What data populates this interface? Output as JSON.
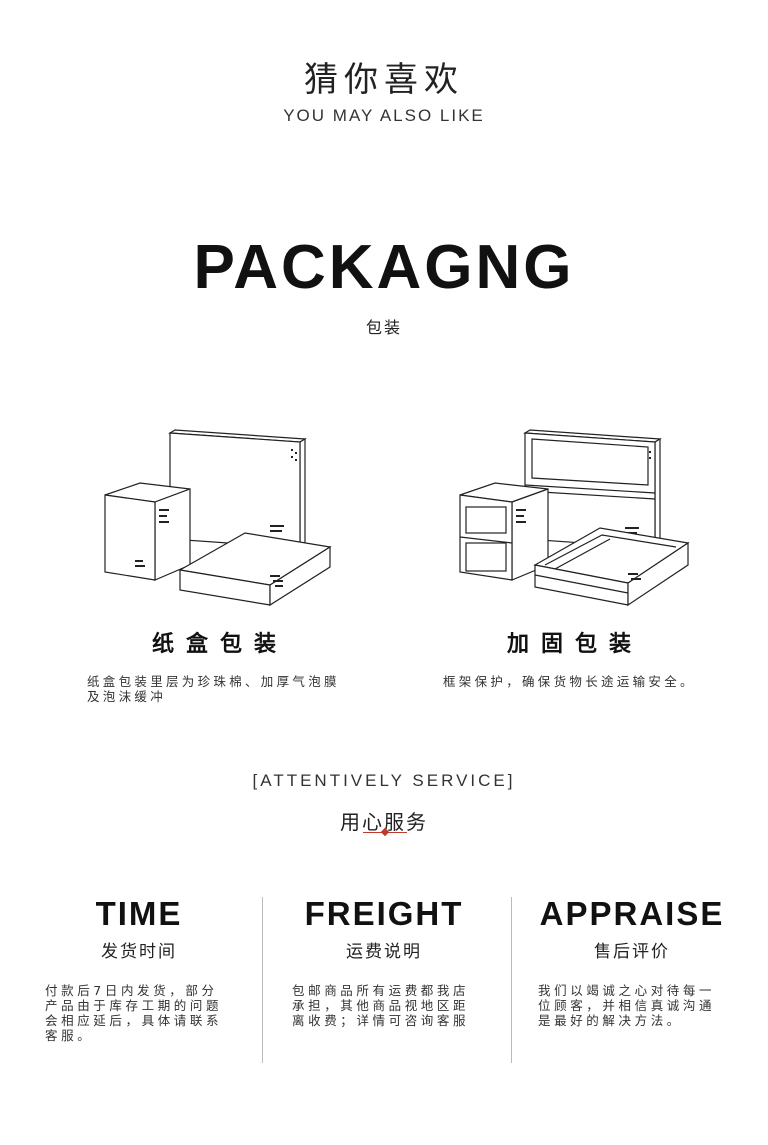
{
  "header": {
    "guess_cn": "猜你喜欢",
    "guess_en": "YOU MAY ALSO LIKE"
  },
  "packaging": {
    "title": "PACKAGNG",
    "subtitle": "包装",
    "items": [
      {
        "title": "纸盒包装",
        "desc_line1": "纸盒包装里层为珍珠棉、加厚气泡膜",
        "desc_line2": "及泡沫缓冲"
      },
      {
        "title": "加固包装",
        "desc_line1": "框架保护，确保货物长途运输安全。"
      }
    ]
  },
  "service": {
    "title_en": "[ATTENTIVELY SERVICE]",
    "title_cn": "用心服务",
    "accent_color": "#c0392b",
    "columns": [
      {
        "en": "TIME",
        "cn": "发货时间",
        "lines": [
          "付款后7日内发货，部分",
          "产品由于库存工期的问题",
          "会相应延后，具体请联系",
          "客服。"
        ]
      },
      {
        "en": "FREIGHT",
        "cn": "运费说明",
        "lines": [
          "包邮商品所有运费都我店",
          "承担，其他商品视地区距",
          "离收费；详情可咨询客服"
        ]
      },
      {
        "en": "APPRAISE",
        "cn": "售后评价",
        "lines": [
          "我们以竭诚之心对待每一",
          "位顾客，并相信真诚沟通",
          "是最好的解决方法。"
        ]
      }
    ]
  }
}
